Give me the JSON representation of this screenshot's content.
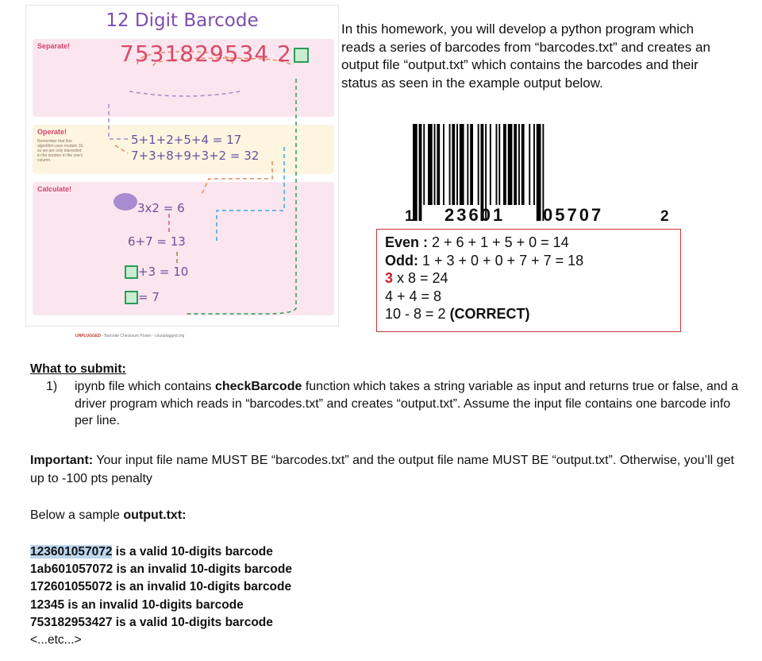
{
  "poster": {
    "title": "12 Digit Barcode",
    "separate_label": "Separate!",
    "digits": "7531829534 2",
    "operate_label": "Operate!",
    "operate_note": "Remember that this algorithm uses modulo 10, so we are only interested in the number in the one's column.",
    "odd_sum": "5+1+2+5+4 = 17",
    "even_sum": "7+3+8+9+3+2 = 32",
    "calculate_label": "Calculate!",
    "calc1": "3x2 = 6",
    "calc2": "6+7 = 13",
    "calc3": "+3 = 10",
    "calc4": "= 7",
    "footer_logo": "UNPLUGGED",
    "footer_text": "- Barcode Checksum Poster - csunplugged.org"
  },
  "intro": "In this homework, you will develop a python program which reads a series of barcodes from “barcodes.txt” and creates an output file “output.txt” which contains the barcodes and their status as seen in the example output below.",
  "barcode": {
    "left_digit": "1",
    "group1": "23601",
    "group2": "05707",
    "right_digit": "2"
  },
  "calc_box": {
    "even_label": "Even :",
    "even_expr": " 2 + 6 + 1 + 5 + 0 = 14",
    "odd_label": "Odd:",
    "odd_expr": " 1 + 3 + 0 + 0 + 7 + 7 = 18",
    "mult_red": "3",
    "mult_expr": " x 8 = 24",
    "sum_expr": "4 + 4 = 8",
    "diff_expr": "10 - 8 = 2 ",
    "diff_result": "(CORRECT)"
  },
  "submit": {
    "heading": "What to submit:",
    "item_num": "1)",
    "item_pre": "ipynb file which contains ",
    "item_bold": "checkBarcode",
    "item_post": " function which takes a string variable as input and returns true or false, and a driver program which reads in “barcodes.txt” and creates “output.txt”. Assume the input file contains one barcode info per line."
  },
  "important": {
    "label": "Important:",
    "text": " Your input file name MUST BE “barcodes.txt” and the output file name MUST BE “output.txt”. Otherwise, you’ll get up to -100 pts penalty"
  },
  "sample": {
    "heading_pre": "Below a sample ",
    "heading_bold": "output.txt:",
    "first_code": "123601057072",
    "first_rest": " is a valid 10-digits barcode",
    "rows": [
      "1ab601057072 is an invalid 10-digits barcode",
      "172601055072 is an invalid 10-digits barcode",
      "12345 is an invalid 10-digits barcode",
      "753182953427 is a valid 10-digits barcode"
    ],
    "etc": "<...etc...>"
  }
}
